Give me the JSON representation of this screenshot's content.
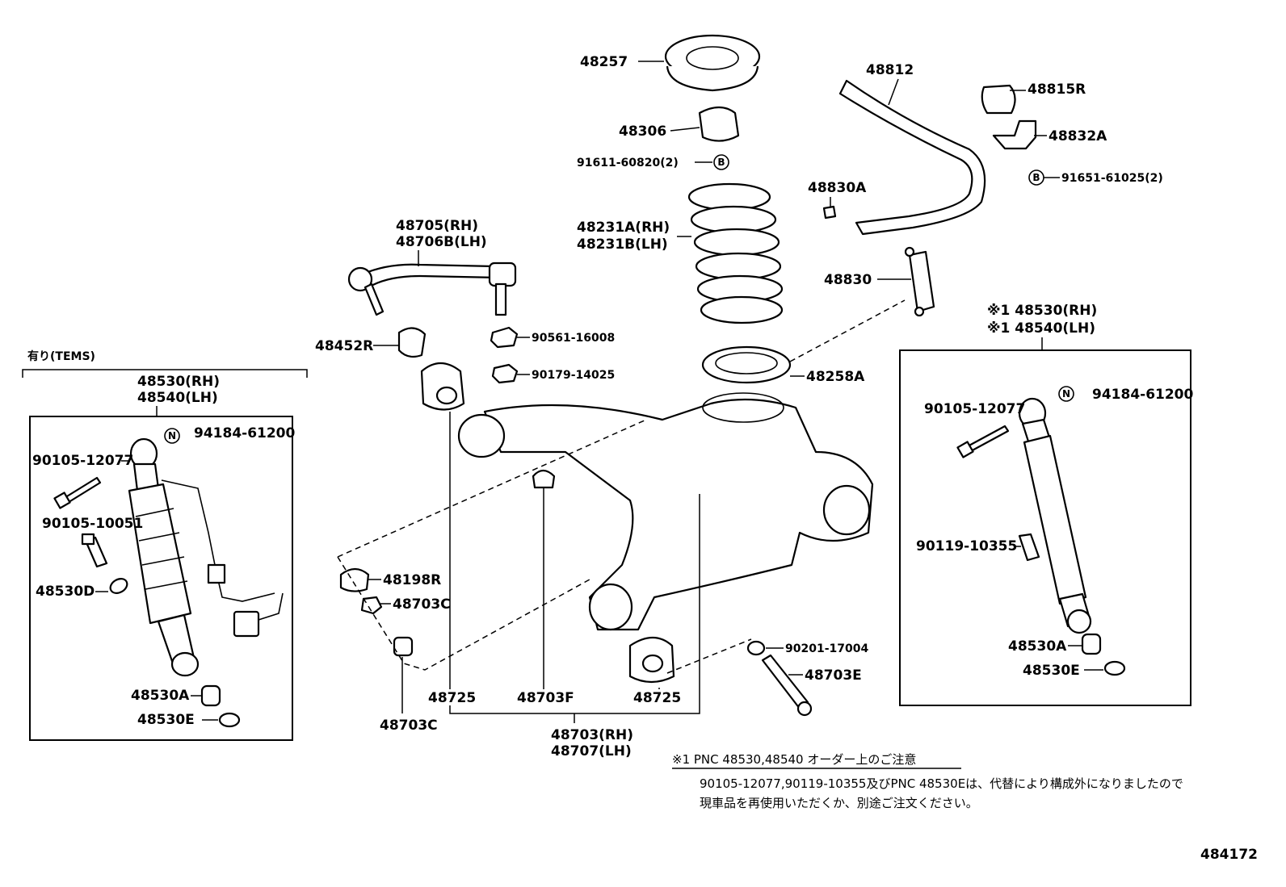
{
  "labels": {
    "p48257": "48257",
    "p48306": "48306",
    "p91611": "91611-60820(2)",
    "p48231a": "48231A(RH)",
    "p48231b": "48231B(LH)",
    "p48258a": "48258A",
    "p48812": "48812",
    "p48815r": "48815R",
    "p48832a": "48832A",
    "p91651": "91651-61025(2)",
    "p48830a": "48830A",
    "p48830": "48830",
    "p48705": "48705(RH)",
    "p48706b": "48706B(LH)",
    "p48452r": "48452R",
    "p90561": "90561-16008",
    "p90179": "90179-14025",
    "p48198r": "48198R",
    "p48703c_a": "48703C",
    "p48703c_b": "48703C",
    "p48725_a": "48725",
    "p48725_b": "48725",
    "p48703f": "48703F",
    "p48703rh": "48703(RH)",
    "p48707lh": "48707(LH)",
    "p90201": "90201-17004",
    "p48703e": "48703E",
    "l_tems": "有り(TEMS)",
    "l_48530rh": "48530(RH)",
    "l_48540lh": "48540(LH)",
    "l_94184": "94184-61200",
    "l_90105_12077": "90105-12077",
    "l_90105_10051": "90105-10051",
    "l_48530d": "48530D",
    "l_48530a": "48530A",
    "l_48530e": "48530E",
    "r_48530rh": "※1 48530(RH)",
    "r_48540lh": "※1 48540(LH)",
    "r_94184": "94184-61200",
    "r_90105_12077": "90105-12077",
    "r_90119": "90119-10355",
    "r_48530a": "48530A",
    "r_48530e": "48530E"
  },
  "symbols": {
    "b": "B",
    "n": "N"
  },
  "note": {
    "title": "※1 PNC 48530,48540 オーダー上のご注意",
    "line1": "90105-12077,90119-10355及びPNC 48530Eは、代替により構成外になりましたので",
    "line2": "現車品を再使用いただくか、別途ご注文ください。"
  },
  "figure_number": "484172"
}
